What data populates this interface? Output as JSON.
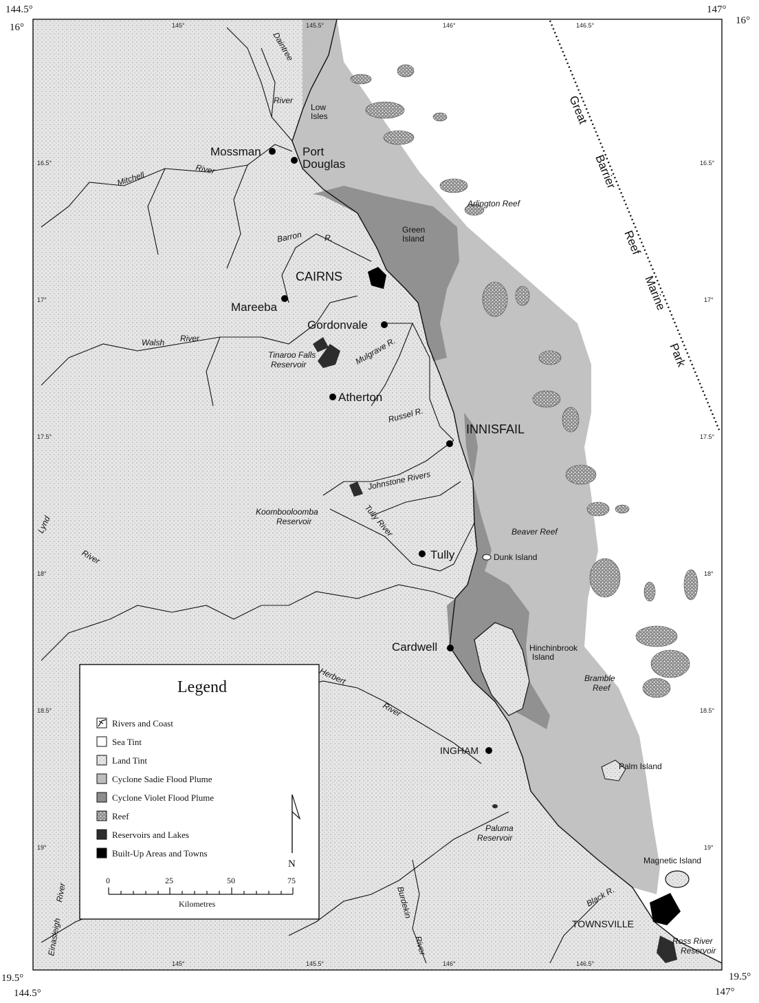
{
  "corners": {
    "top_left_lon": "144.5°",
    "top_left_lat": "16°",
    "top_right_lon": "147°",
    "top_right_lat": "16°",
    "bottom_left_lat": "19.5°",
    "bottom_left_lon": "144.5°",
    "bottom_right_lat": "19.5°",
    "bottom_right_lon": "147°"
  },
  "ticks": {
    "lon_top": [
      "145°",
      "145.5°",
      "146°",
      "146.5°"
    ],
    "lon_bottom": [
      "145°",
      "145.5°",
      "146°",
      "146.5°"
    ],
    "lat_left": [
      "16.5°",
      "17°",
      "17.5°",
      "18°",
      "18.5°",
      "19°"
    ],
    "lat_right": [
      "16.5°",
      "17°",
      "17.5°",
      "18°",
      "18.5°",
      "19°"
    ]
  },
  "towns": {
    "mossman": "Mossman",
    "port": "Port",
    "douglas": "Douglas",
    "cairns": "CAIRNS",
    "mareeba": "Mareeba",
    "gordonvale": "Gordonvale",
    "atherton": "Atherton",
    "innisfail": "INNISFAIL",
    "tully": "Tully",
    "cardwell": "Cardwell",
    "ingham": "INGHAM",
    "townsville": "TOWNSVILLE"
  },
  "rivers": {
    "daintree": "Daintree",
    "river_small": "River",
    "mitchell": "Mitchell",
    "mitchell_river": "River",
    "barron": "Barron",
    "r1": "R.",
    "walsh": "Walsh",
    "walsh_river": "River",
    "mulgrave": "Mulgrave R.",
    "russel": "Russel R.",
    "johnstone": "Johnstone Rivers",
    "tully": "Tully River",
    "lynd": "Lynd",
    "lynd_river": "River",
    "herbert": "Herbert",
    "herbert_river": "River",
    "einasleigh": "Einasleigh",
    "einasleigh_river": "River",
    "burdekin": "Burdekin",
    "burdekin_river": "River",
    "black": "Black R."
  },
  "reservoirs": {
    "tinaroo1": "Tinaroo Falls",
    "tinaroo2": "Reservoir",
    "koom1": "Koombooloomba",
    "koom2": "Reservoir",
    "paluma1": "Paluma",
    "paluma2": "Reservoir",
    "ross1": "Ross River",
    "ross2": "Reservoir"
  },
  "islands_reefs": {
    "low1": "Low",
    "low2": "Isles",
    "arlington": "Arlington Reef",
    "green1": "Green",
    "green2": "Island",
    "beaver": "Beaver Reef",
    "dunk": "Dunk Island",
    "hinch1": "Hinchinbrook",
    "hinch2": "Island",
    "bramble1": "Bramble",
    "bramble2": "Reef",
    "palm": "Palm Island",
    "magnetic": "Magnetic Island"
  },
  "gbr": [
    "Great",
    "Barrier",
    "Reef",
    "Marine",
    "Park"
  ],
  "legend": {
    "title": "Legend",
    "items": [
      "Rivers and Coast",
      "Sea Tint",
      "Land Tint",
      "Cyclone Sadie Flood Plume",
      "Cyclone Violet Flood Plume",
      "Reef",
      "Reservoirs and Lakes",
      "Built-Up Areas and Towns"
    ],
    "north": "N",
    "scale_ticks": [
      "0",
      "25",
      "50",
      "75"
    ],
    "scale_unit": "Kilometres"
  },
  "colors": {
    "land": "#d9d9d9",
    "sea": "#ffffff",
    "sadie_plume": "#bdbdbd",
    "violet_plume": "#8c8c8c",
    "reef": "#6e6e6e",
    "reservoir": "#3a3a3a",
    "town": "#000000"
  }
}
